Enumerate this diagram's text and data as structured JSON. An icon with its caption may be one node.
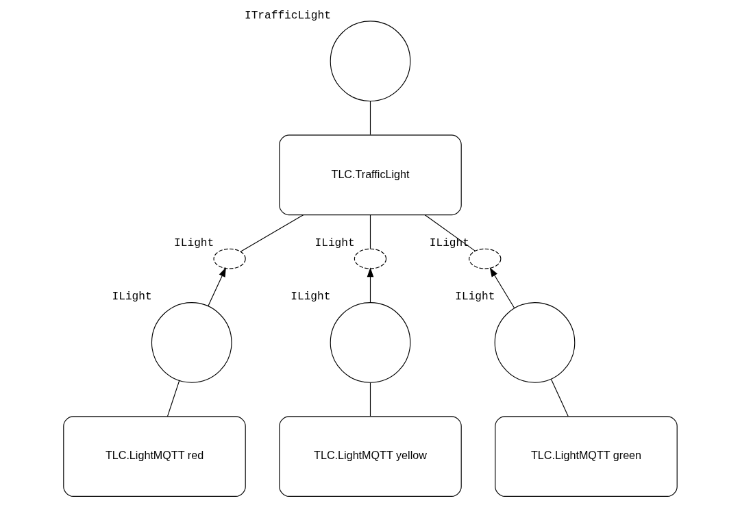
{
  "diagram": {
    "nodes": [
      {
        "text": [],
        "shape": "circle",
        "beside": [
          "ITrafficLight"
        ]
      },
      {
        "text": [
          "TLC.TrafficLight"
        ]
      },
      {
        "text": [],
        "shape": "socket",
        "beside": [
          "ILight"
        ]
      },
      {
        "text": [],
        "shape": "socket",
        "beside": [
          "ILight"
        ]
      },
      {
        "text": [],
        "shape": "socket",
        "beside": [
          "ILight"
        ]
      },
      {
        "text": [],
        "shape": "circle",
        "beside": [
          "ILight"
        ]
      },
      {
        "text": [
          "TLC.LightMQTT red"
        ]
      },
      {
        "text": [],
        "shape": "circle",
        "beside": [
          "ILight"
        ]
      },
      {
        "text": [
          "TLC.LightMQTT yellow"
        ]
      },
      {
        "text": [],
        "shape": "circle",
        "beside": [
          "ILight"
        ]
      },
      {
        "text": [
          "TLC.LightMQTT green"
        ]
      }
    ],
    "edges": [
      {
        "from": 0,
        "to": 1,
        "arrow": "none"
      },
      {
        "from": 1,
        "to": 2,
        "arrow": "none"
      },
      {
        "from": 1,
        "to": 3,
        "arrow": "none"
      },
      {
        "from": 1,
        "to": 4,
        "arrow": "none"
      },
      {
        "from": 5,
        "to": 2,
        "arrow": "to"
      },
      {
        "from": 7,
        "to": 3,
        "arrow": "to"
      },
      {
        "from": 9,
        "to": 4,
        "arrow": "to"
      },
      {
        "from": 5,
        "to": 6,
        "arrow": "none"
      },
      {
        "from": 7,
        "to": 8,
        "arrow": "none"
      },
      {
        "from": 9,
        "to": 10,
        "arrow": "none"
      }
    ]
  }
}
